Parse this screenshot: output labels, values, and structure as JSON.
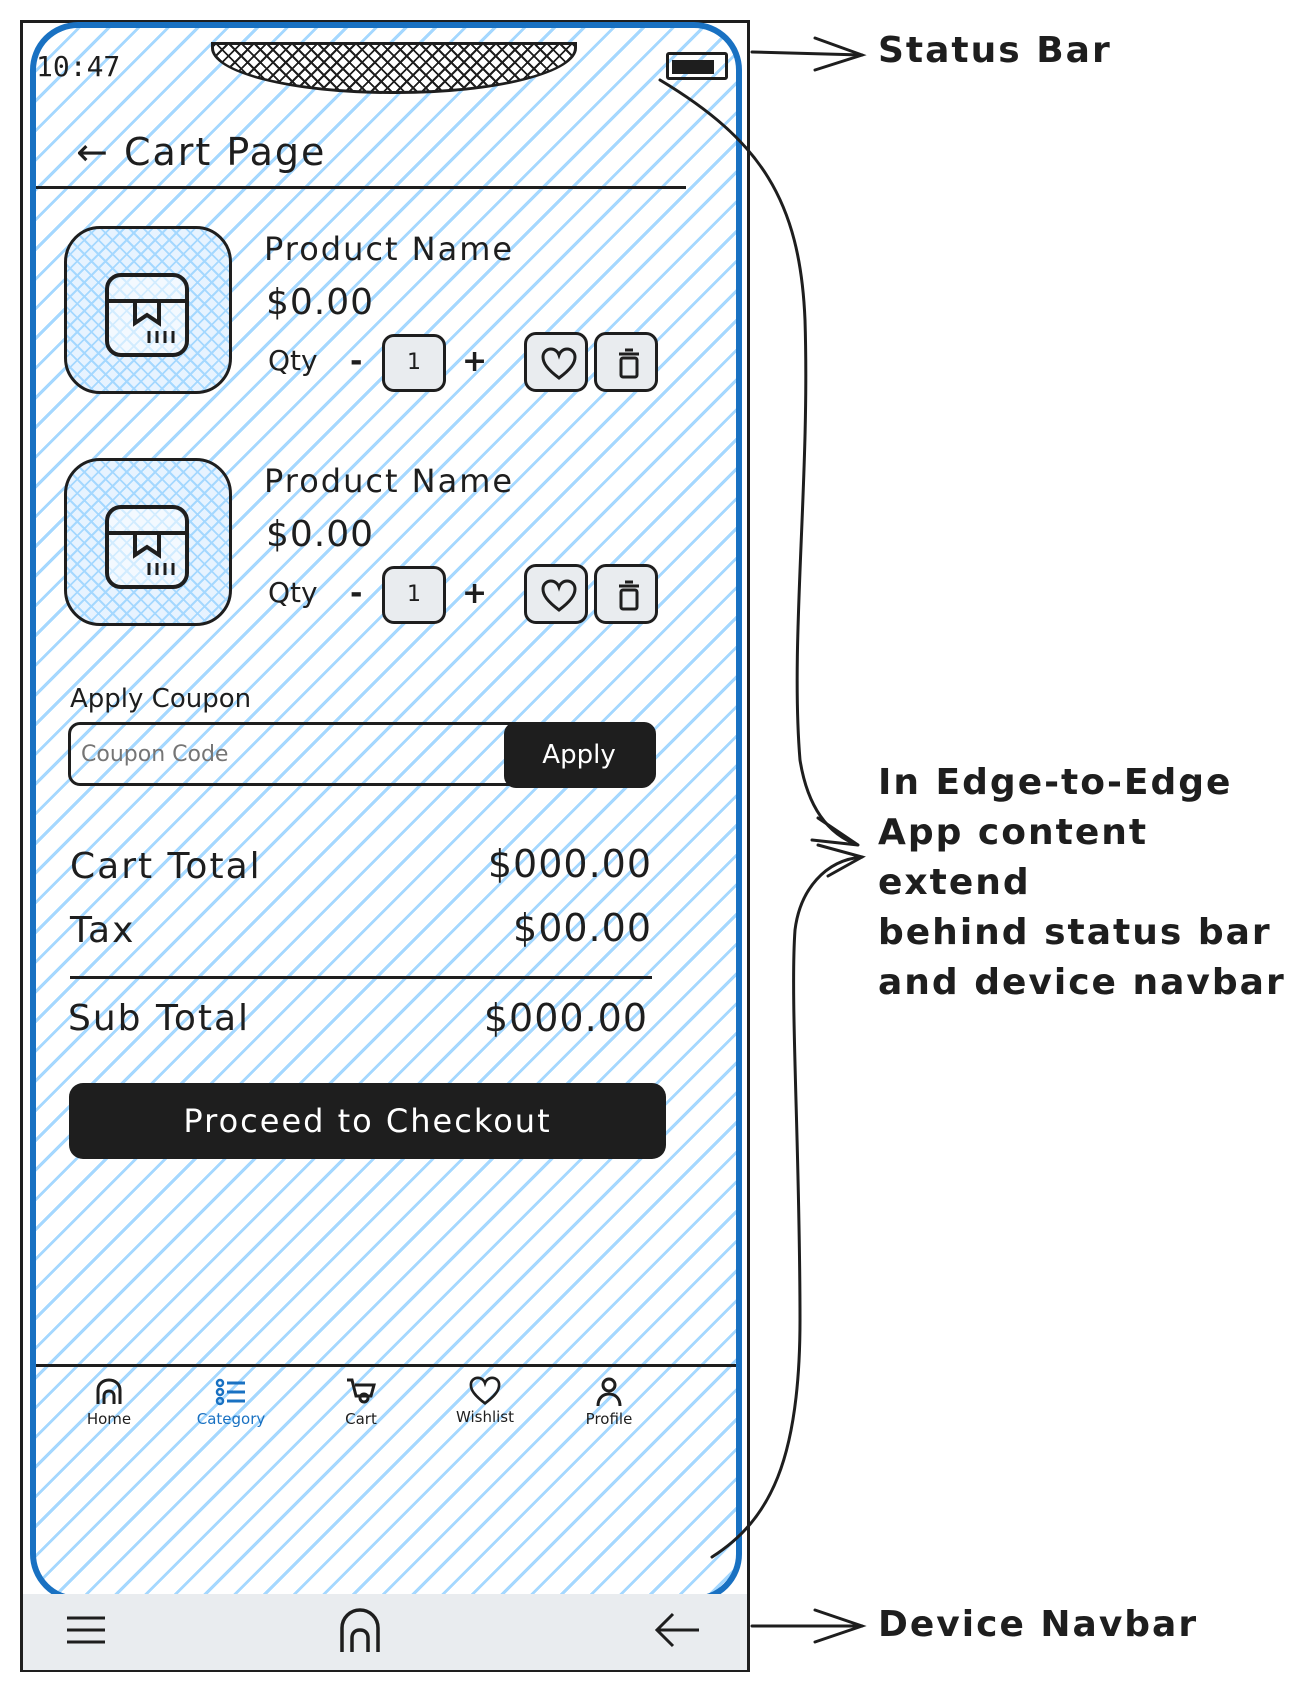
{
  "status_bar": {
    "time": "10:47"
  },
  "header": {
    "title": "Cart Page",
    "back_icon": "arrow-left-icon"
  },
  "cart_items": [
    {
      "name": "Product Name",
      "price": "$0.00",
      "qty_label": "Qty",
      "minus": "-",
      "qty": "1",
      "plus": "+"
    },
    {
      "name": "Product Name",
      "price": "$0.00",
      "qty_label": "Qty",
      "minus": "-",
      "qty": "1",
      "plus": "+"
    }
  ],
  "coupon": {
    "label": "Apply Coupon",
    "placeholder": "Coupon Code",
    "button": "Apply"
  },
  "summary": {
    "cart_total_label": "Cart Total",
    "cart_total_value": "$000.00",
    "tax_label": "Tax",
    "tax_value": "$00.00",
    "sub_total_label": "Sub Total",
    "sub_total_value": "$000.00"
  },
  "checkout_button": "Proceed to Checkout",
  "bottom_nav": [
    {
      "label": "Home",
      "icon": "home-icon"
    },
    {
      "label": "Category",
      "icon": "list-icon",
      "active": true
    },
    {
      "label": "Cart",
      "icon": "cart-icon"
    },
    {
      "label": "Wishlist",
      "icon": "heart-icon"
    },
    {
      "label": "Profile",
      "icon": "user-icon"
    }
  ],
  "device_navbar": {
    "icons": [
      "menu-icon",
      "home-icon",
      "back-arrow-icon"
    ]
  },
  "annotations": {
    "status_bar": "Status Bar",
    "edge_to_edge": [
      "In Edge-to-Edge",
      "App content extend",
      "behind status bar",
      "and device navbar"
    ],
    "device_navbar": "Device Navbar"
  },
  "colors": {
    "accent": "#1971c2",
    "hatch": "#a5d8ff",
    "ink": "#1e1e1e",
    "navbar": "#e9ecef"
  }
}
